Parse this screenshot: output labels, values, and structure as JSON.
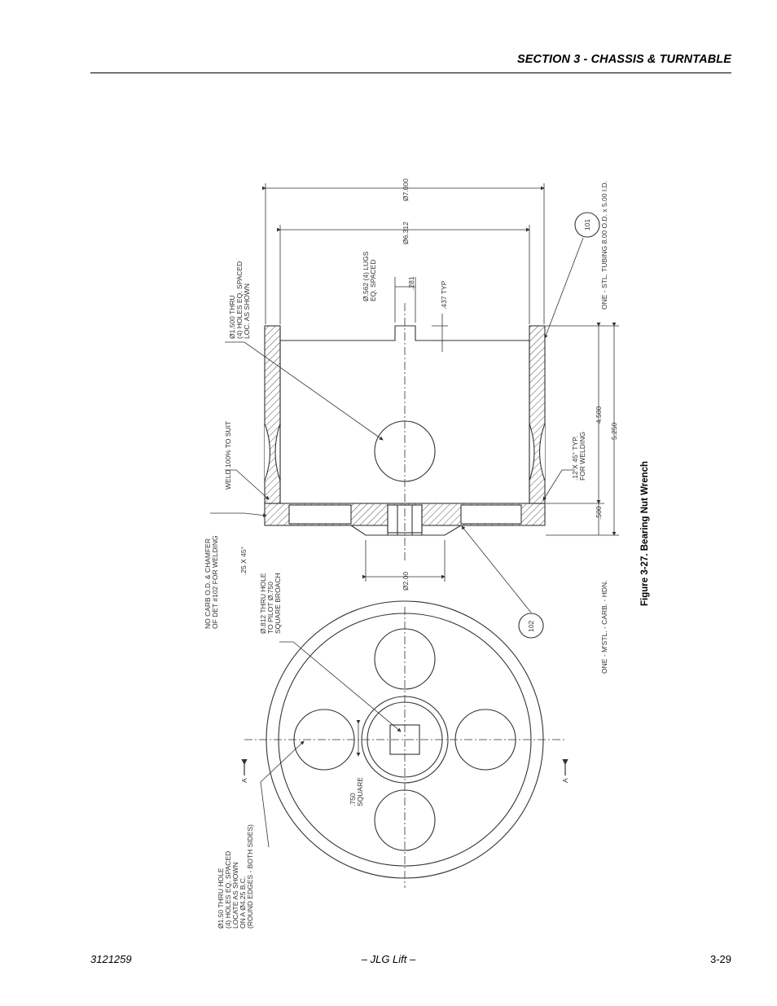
{
  "header": {
    "section_title": "SECTION 3 - CHASSIS & TURNTABLE"
  },
  "figure": {
    "caption": "Figure 3-27.  Bearing Nut Wrench",
    "notes": {
      "holes_150": [
        "Ø1.50 THRU HOLE",
        "(4) HOLES EQ. SPACED",
        "LOCATE AS SHOWN",
        "ON A  Ø4.25 B.C.",
        "(ROUND EDGES - BOTH SIDES)"
      ],
      "no_carb": [
        "NO CARB O.D. & CHAMFER",
        "OF DET #102 FOR WELDING"
      ],
      "chamfer_25": ".25 X 45°",
      "thru_812": [
        "Ø.812 THRU HOLE",
        "TO PILOT Ø.750",
        "SQUARE BROACH"
      ],
      "weld": "WELD 100% TO SUIT",
      "holes_1500": [
        "Ø1.500 THRU",
        "(4) HOLES EQ. SPACED",
        "LOC. AS SHOWN"
      ],
      "lugs": [
        "Ø.562 (4) LUGS",
        "EQ. SPACED"
      ],
      "dim_281": ".281",
      "dim_437": ".437 TYP",
      "dim_6312": "Ø6.312",
      "dim_7000": "Ø7.000",
      "dim_200": "Ø2.00",
      "dim_12x45": [
        ".12 X 45° TYP.",
        "FOR WELDING"
      ],
      "dim_4500": "4.500",
      "dim_5250": "5.250",
      "dim_500": ".500",
      "dim_750": [
        ".750",
        "SQUARE"
      ],
      "section_a": "A",
      "balloon_101": "101",
      "balloon_102": "102",
      "part_101": "ONE - STL. TUBING 8.00 O.D. x 5.00 I.D.",
      "part_102": "ONE - M'STL. - CARB. - HDN."
    }
  },
  "footer": {
    "doc_number": "3121259",
    "center_text": "– JLG Lift –",
    "page_number": "3-29"
  }
}
